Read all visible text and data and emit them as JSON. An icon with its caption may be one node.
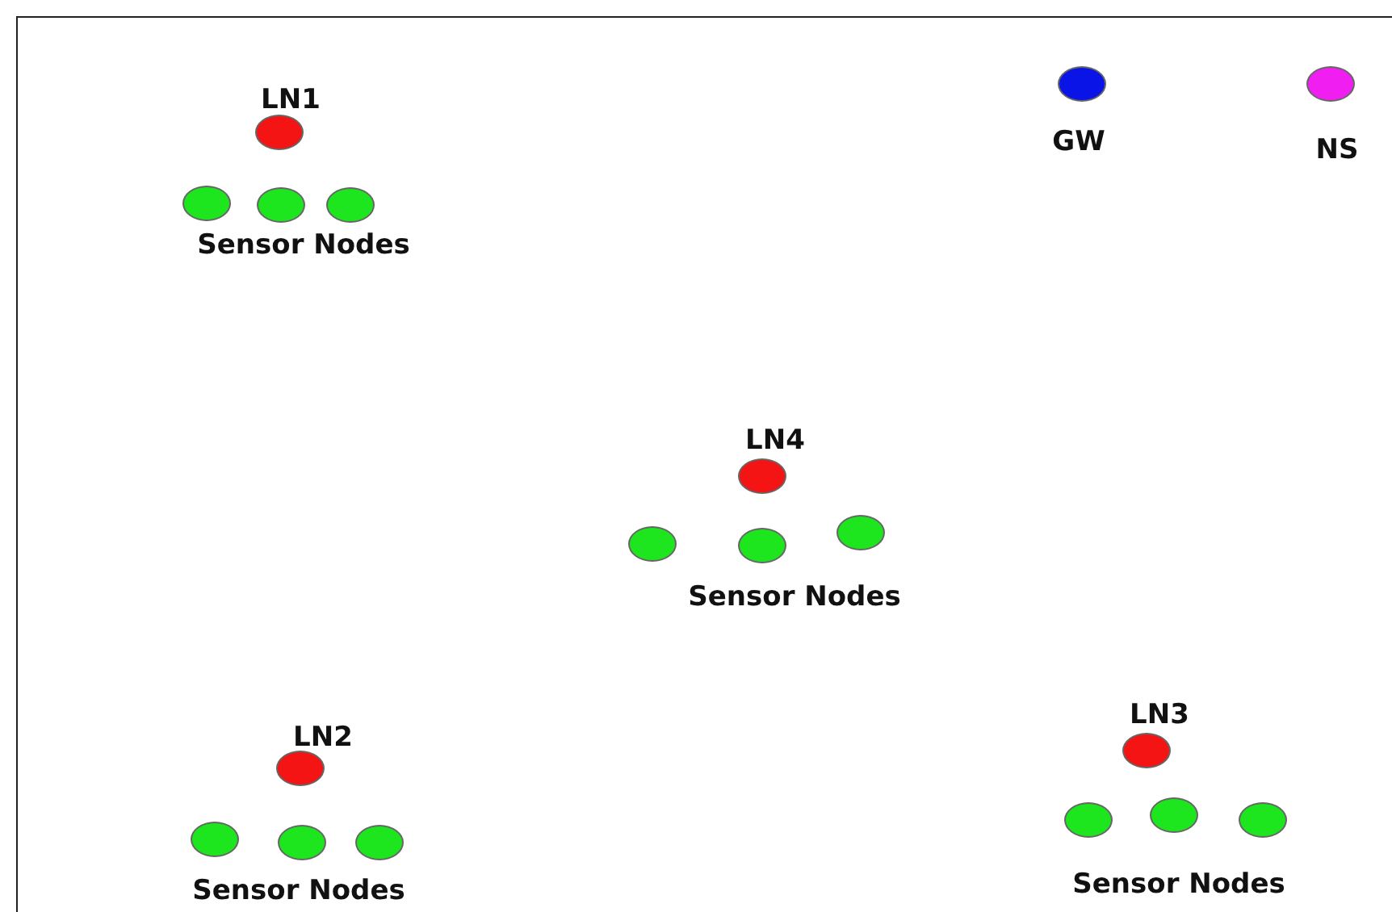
{
  "diagram": {
    "nodes": [
      {
        "text": [
          "GW"
        ]
      },
      {
        "text": [
          "NS"
        ]
      },
      {
        "text": [
          "LN1"
        ]
      },
      {
        "text": [],
        "shape": "circle"
      },
      {
        "text": [],
        "shape": "circle"
      },
      {
        "text": [],
        "shape": "circle"
      },
      {
        "text": [
          "LN4"
        ]
      },
      {
        "text": [],
        "shape": "circle"
      },
      {
        "text": [],
        "shape": "circle"
      },
      {
        "text": [],
        "shape": "circle"
      },
      {
        "text": [
          "LN2"
        ]
      },
      {
        "text": [],
        "shape": "circle"
      },
      {
        "text": [],
        "shape": "circle"
      },
      {
        "text": [],
        "shape": "circle"
      },
      {
        "text": [
          "LN3"
        ]
      },
      {
        "text": [],
        "shape": "circle"
      },
      {
        "text": [],
        "shape": "circle"
      },
      {
        "text": [],
        "shape": "circle"
      }
    ],
    "edges": [],
    "labels": [
      "Sensor Nodes",
      "Sensor Nodes",
      "Sensor Nodes",
      "Sensor Nodes"
    ]
  }
}
